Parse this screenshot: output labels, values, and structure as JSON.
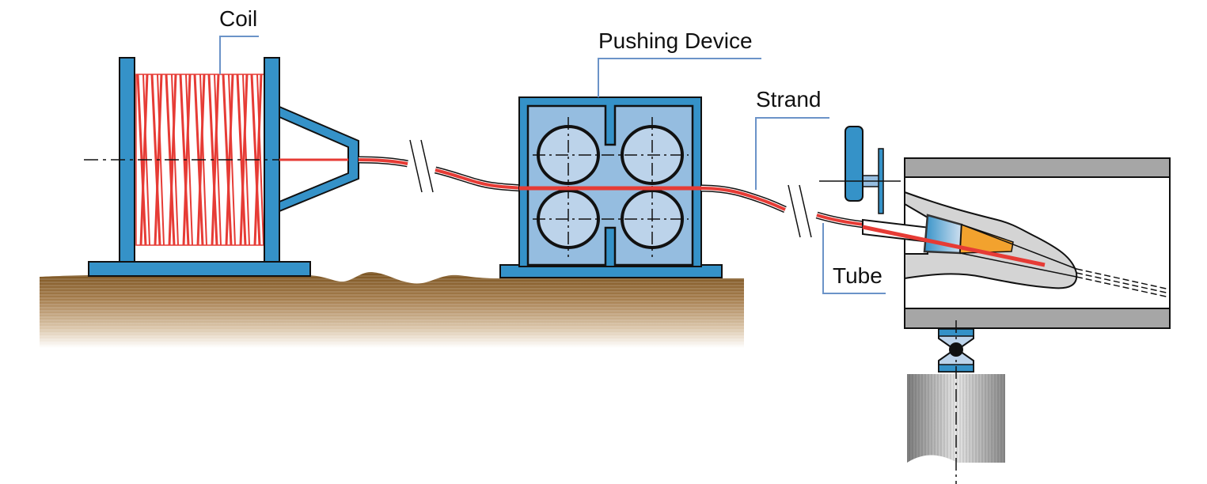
{
  "labels": {
    "coil": "Coil",
    "pushing_device": "Pushing Device",
    "strand": "Strand",
    "tube": "Tube"
  },
  "colors": {
    "frame_blue": "#3592c8",
    "light_blue": "#95bde0",
    "roller_blue": "#bcd3ea",
    "strand_red": "#e63b35",
    "leader_line": "#6b93c8",
    "ground_brown": "#7a5320",
    "tube_gray": "#a6a6a6",
    "nozzle_gray": "#d4d4d4",
    "nozzle_orange": "#f2a22e"
  }
}
